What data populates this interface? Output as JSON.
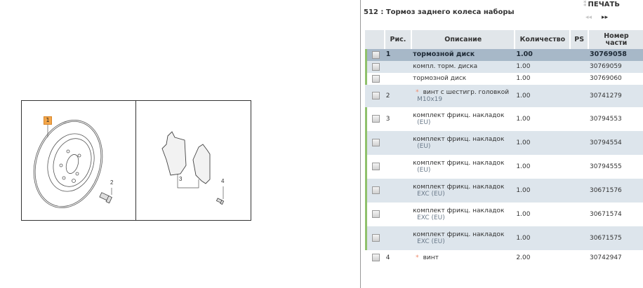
{
  "diagram": {
    "callouts": [
      {
        "id": "1",
        "label": "1",
        "highlighted": true
      },
      {
        "id": "2",
        "label": "2"
      },
      {
        "id": "3",
        "label": "3"
      },
      {
        "id": "4",
        "label": "4"
      }
    ],
    "highlight_color": "#f3a64a"
  },
  "header": {
    "title": "512 : Тормоз заднего колеса наборы",
    "print_label": "ПЕЧАТЬ",
    "prev_icon": "◂◂",
    "next_icon": "▸▸"
  },
  "table": {
    "columns": [
      "",
      "Рис.",
      "Описание",
      "Количество",
      "PS",
      "Номер части"
    ],
    "rows": [
      {
        "fig": "1",
        "desc": "тормозной диск",
        "sub": "",
        "star": false,
        "qty": "1.00",
        "ps": "",
        "part": "30769058",
        "selected": true,
        "green": true
      },
      {
        "fig": "",
        "desc": "компл. торм. диска",
        "sub": "",
        "star": false,
        "qty": "1.00",
        "ps": "",
        "part": "30769059",
        "green": true
      },
      {
        "fig": "",
        "desc": "тормозной диск",
        "sub": "",
        "star": false,
        "qty": "1.00",
        "ps": "",
        "part": "30769060",
        "green": true
      },
      {
        "fig": "2",
        "desc": "винт с шестигр. головкой",
        "sub": "M10x19",
        "star": true,
        "qty": "1.00",
        "ps": "",
        "part": "30741279",
        "green": false
      },
      {
        "fig": "3",
        "desc": "комплект фрикц. накладок",
        "sub": "(EU)",
        "star": false,
        "qty": "1.00",
        "ps": "",
        "part": "30794553",
        "green": true
      },
      {
        "fig": "",
        "desc": "комплект фрикц. накладок",
        "sub": "(EU)",
        "star": false,
        "qty": "1.00",
        "ps": "",
        "part": "30794554",
        "green": true
      },
      {
        "fig": "",
        "desc": "комплект фрикц. накладок",
        "sub": "(EU)",
        "star": false,
        "qty": "1.00",
        "ps": "",
        "part": "30794555",
        "green": true
      },
      {
        "fig": "",
        "desc": "комплект фрикц. накладок",
        "sub": "EXC (EU)",
        "star": false,
        "qty": "1.00",
        "ps": "",
        "part": "30671576",
        "green": true
      },
      {
        "fig": "",
        "desc": "комплект фрикц. накладок",
        "sub": "EXC (EU)",
        "star": false,
        "qty": "1.00",
        "ps": "",
        "part": "30671574",
        "green": true
      },
      {
        "fig": "",
        "desc": "комплект фрикц. накладок",
        "sub": "EXC (EU)",
        "star": false,
        "qty": "1.00",
        "ps": "",
        "part": "30671575",
        "green": true
      },
      {
        "fig": "4",
        "desc": "винт",
        "sub": "",
        "star": true,
        "qty": "2.00",
        "ps": "",
        "part": "30742947",
        "green": false
      }
    ]
  },
  "colors": {
    "header_bg": "#e1e6ea",
    "selected_row": "#a7b8c8",
    "alt_row": "#dde5ec",
    "group_bar": "#8fc16c"
  }
}
